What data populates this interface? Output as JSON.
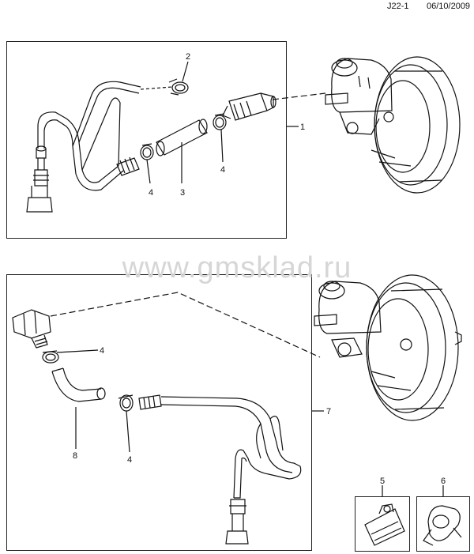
{
  "header": {
    "page_code": "J22-1",
    "date": "06/10/2009"
  },
  "watermark": "www.gmsklad.ru",
  "callouts": {
    "c1": "1",
    "c2": "2",
    "c3": "3",
    "c4a": "4",
    "c4b": "4",
    "c4c": "4",
    "c4d": "4",
    "c5": "5",
    "c6": "6",
    "c7": "7",
    "c8": "8"
  }
}
